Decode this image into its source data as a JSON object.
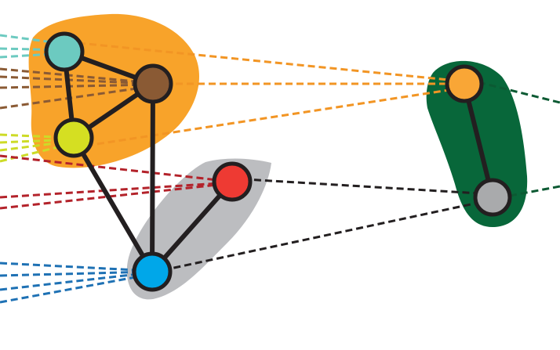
{
  "colors": {
    "edge": "#231f20",
    "cluster_orange": "#f8a32a",
    "cluster_gray": "#bcbdc0",
    "cluster_green": "#08673a",
    "node_teal": "#6ccac0",
    "node_brown": "#8a5a34",
    "node_yellow": "#d5df22",
    "node_red": "#ee3a33",
    "node_blue": "#00a7e9",
    "node_orange": "#f9a636",
    "node_gray": "#a9aaac",
    "link_teal": "#6ccac0",
    "link_brown": "#8a5a34",
    "link_orange": "#f29524",
    "link_yellow": "#cddb27",
    "link_red": "#b3222a",
    "link_blue": "#1e71b4",
    "link_black": "#231f20",
    "link_green": "#0c5a33"
  },
  "nodes": [
    {
      "id": "teal",
      "color": "node_teal"
    },
    {
      "id": "brown",
      "color": "node_brown"
    },
    {
      "id": "yellow",
      "color": "node_yellow"
    },
    {
      "id": "red",
      "color": "node_red"
    },
    {
      "id": "blue",
      "color": "node_blue"
    },
    {
      "id": "orange",
      "color": "node_orange"
    },
    {
      "id": "gray",
      "color": "node_gray"
    }
  ],
  "edges": [
    [
      "teal",
      "brown"
    ],
    [
      "teal",
      "yellow"
    ],
    [
      "brown",
      "yellow"
    ],
    [
      "yellow",
      "blue"
    ],
    [
      "brown",
      "blue"
    ],
    [
      "red",
      "blue"
    ],
    [
      "orange",
      "gray"
    ]
  ],
  "clusters": [
    {
      "id": "orange-cluster",
      "color": "cluster_orange",
      "members": [
        "teal",
        "brown",
        "yellow"
      ]
    },
    {
      "id": "gray-cluster",
      "color": "cluster_gray",
      "members": [
        "red",
        "blue"
      ]
    },
    {
      "id": "green-cluster",
      "color": "cluster_green",
      "members": [
        "orange",
        "gray"
      ]
    }
  ]
}
